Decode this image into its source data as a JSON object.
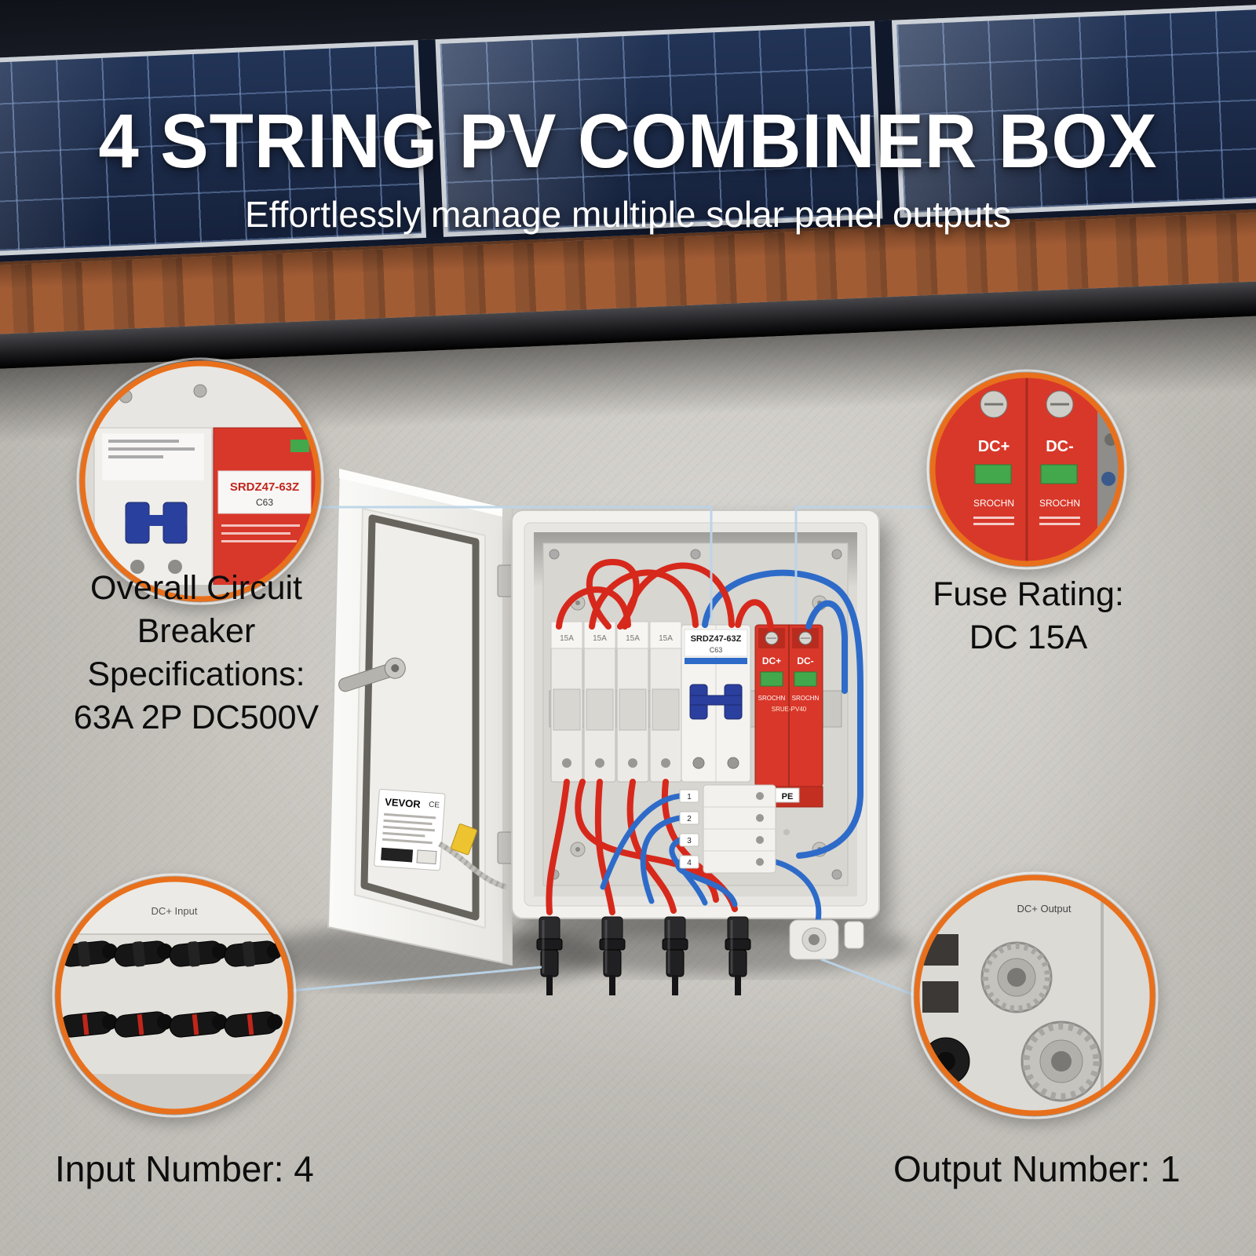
{
  "header": {
    "title": "4 STRING PV COMBINER BOX",
    "subtitle": "Effortlessly manage multiple solar panel outputs"
  },
  "callouts": {
    "breaker": {
      "lines": [
        "Overall Circuit",
        "Breaker",
        "Specifications:",
        "63A 2P DC500V"
      ]
    },
    "fuse": {
      "lines": [
        "Fuse Rating:",
        "DC 15A"
      ]
    },
    "input": {
      "label": "Input Number: 4"
    },
    "output": {
      "label": "Output Number: 1"
    }
  },
  "device": {
    "breaker_model": "SRDZ47-63Z",
    "breaker_code": "C63",
    "surge_brand": "SROCHN",
    "surge_model": "SRUE-PV40",
    "dc_plus": "DC+",
    "dc_minus": "DC-",
    "pe": "PE",
    "fuse_label": "15A",
    "door_brand": "VEVOR",
    "ce_mark": "CE",
    "input_panel_label": "DC+ Input",
    "output_panel_label": "DC+ Output",
    "terminal_numbers": [
      "1",
      "2",
      "3",
      "4"
    ]
  },
  "colors": {
    "accent_orange": "#e8701f",
    "panel_blue": "#1b2a4a",
    "roof_tile": "#a25c34",
    "wire_red": "#d7281c",
    "wire_blue": "#2e6bc9",
    "surge_red": "#d8372a"
  }
}
